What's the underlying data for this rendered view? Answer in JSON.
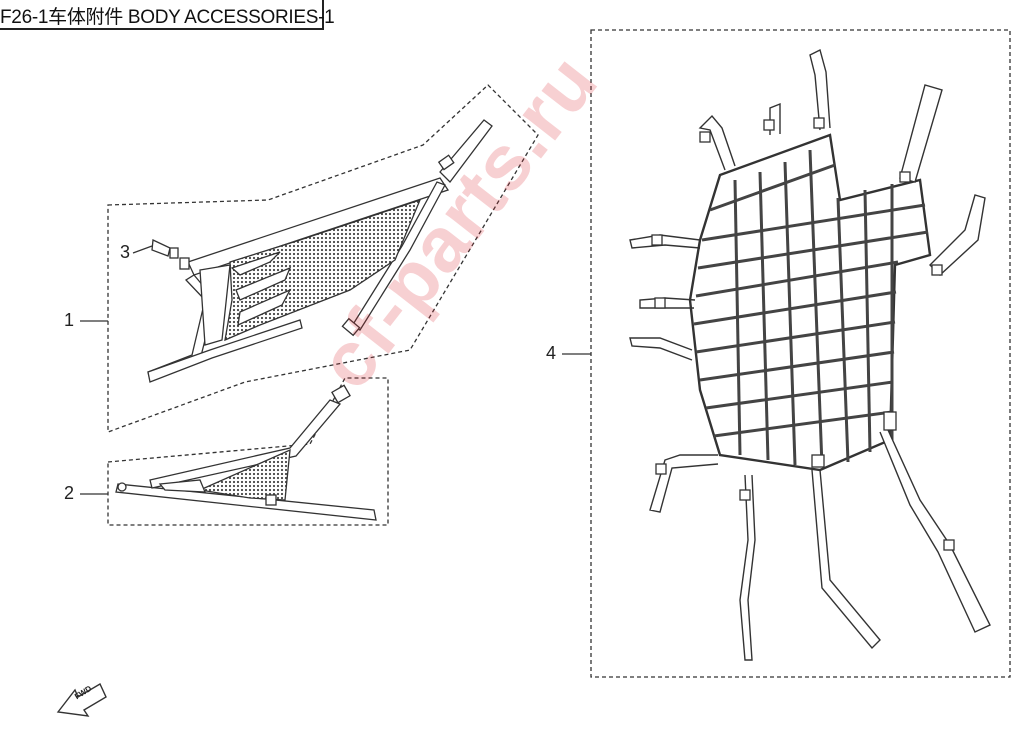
{
  "title": "F26-1车体附件 BODY ACCESSORIES-1",
  "callouts": [
    "1",
    "2",
    "3",
    "4"
  ],
  "watermark": "cf-parts.ru",
  "direction_arrow_label": "FWD",
  "colors": {
    "line": "#333333",
    "mesh": "#555555",
    "watermark": "#dc2832"
  }
}
